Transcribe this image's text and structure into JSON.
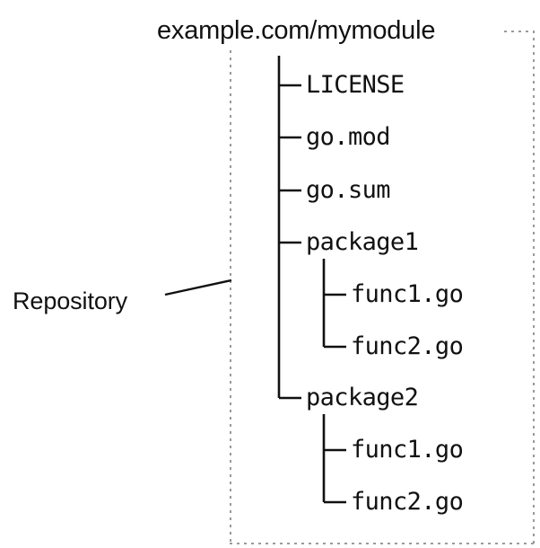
{
  "diagram": {
    "module_title": "example.com/mymodule",
    "annotation": {
      "label": "Repository",
      "leader_icon": "leader-line-icon"
    },
    "boundary": {
      "style": "dotted",
      "color": "#9a9a9a",
      "meaning": "repository-boundary"
    },
    "tree": {
      "root": "example.com/mymodule",
      "nodes": [
        {
          "label": "LICENSE",
          "depth": 1,
          "connector": "tee",
          "type": "file"
        },
        {
          "label": "go.mod",
          "depth": 1,
          "connector": "tee",
          "type": "file"
        },
        {
          "label": "go.sum",
          "depth": 1,
          "connector": "tee",
          "type": "file"
        },
        {
          "label": "package1",
          "depth": 1,
          "connector": "tee",
          "type": "directory"
        },
        {
          "label": "func1.go",
          "depth": 2,
          "connector": "tee",
          "type": "file"
        },
        {
          "label": "func2.go",
          "depth": 2,
          "connector": "elbow",
          "type": "file"
        },
        {
          "label": "package2",
          "depth": 1,
          "connector": "elbow",
          "type": "directory"
        },
        {
          "label": "func1.go",
          "depth": 2,
          "connector": "tee",
          "type": "file"
        },
        {
          "label": "func2.go",
          "depth": 2,
          "connector": "elbow",
          "type": "file"
        }
      ]
    }
  },
  "colors": {
    "text": "#111111",
    "rule": "#111111",
    "boundary": "#9a9a9a",
    "background": "#ffffff"
  }
}
